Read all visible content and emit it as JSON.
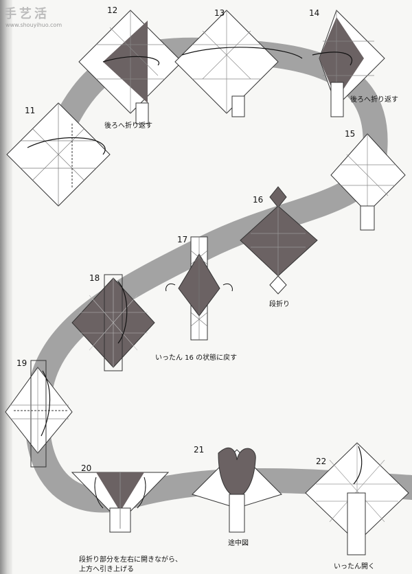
{
  "watermark": {
    "logo": "手艺活",
    "url": "www.shouyihuo.com"
  },
  "steps": [
    "11",
    "12",
    "13",
    "14",
    "15",
    "16",
    "17",
    "18",
    "19",
    "20",
    "21",
    "22"
  ],
  "captions": {
    "s12": "後ろへ折り返す",
    "s14": "後ろへ折り返す",
    "s16": "段折り",
    "s17": "いったん 16 の状態に戻す",
    "s20a": "段折り部分を左右に開きながら、",
    "s20b": "上方へ引き上げる",
    "s21": "途中図",
    "s22": "いったん開く"
  },
  "colors": {
    "paper": "#f7f7f5",
    "band": "#9c9c9c",
    "shade": "#6b6263",
    "line": "#333333"
  }
}
